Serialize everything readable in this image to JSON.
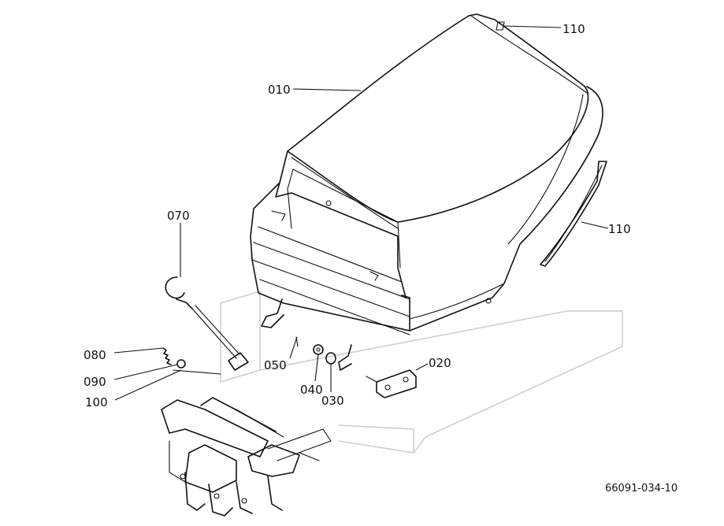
{
  "parts": {
    "p010": "010",
    "p020": "020",
    "p030": "030",
    "p040": "040",
    "p050": "050",
    "p070": "070",
    "p080": "080",
    "p090": "090",
    "p100": "100",
    "p110a": "110",
    "p110b": "110"
  },
  "reference": "66091-034-10",
  "colors": {
    "line": "#111111",
    "frame_ghost": "#cfcfcf",
    "background": "#ffffff"
  }
}
